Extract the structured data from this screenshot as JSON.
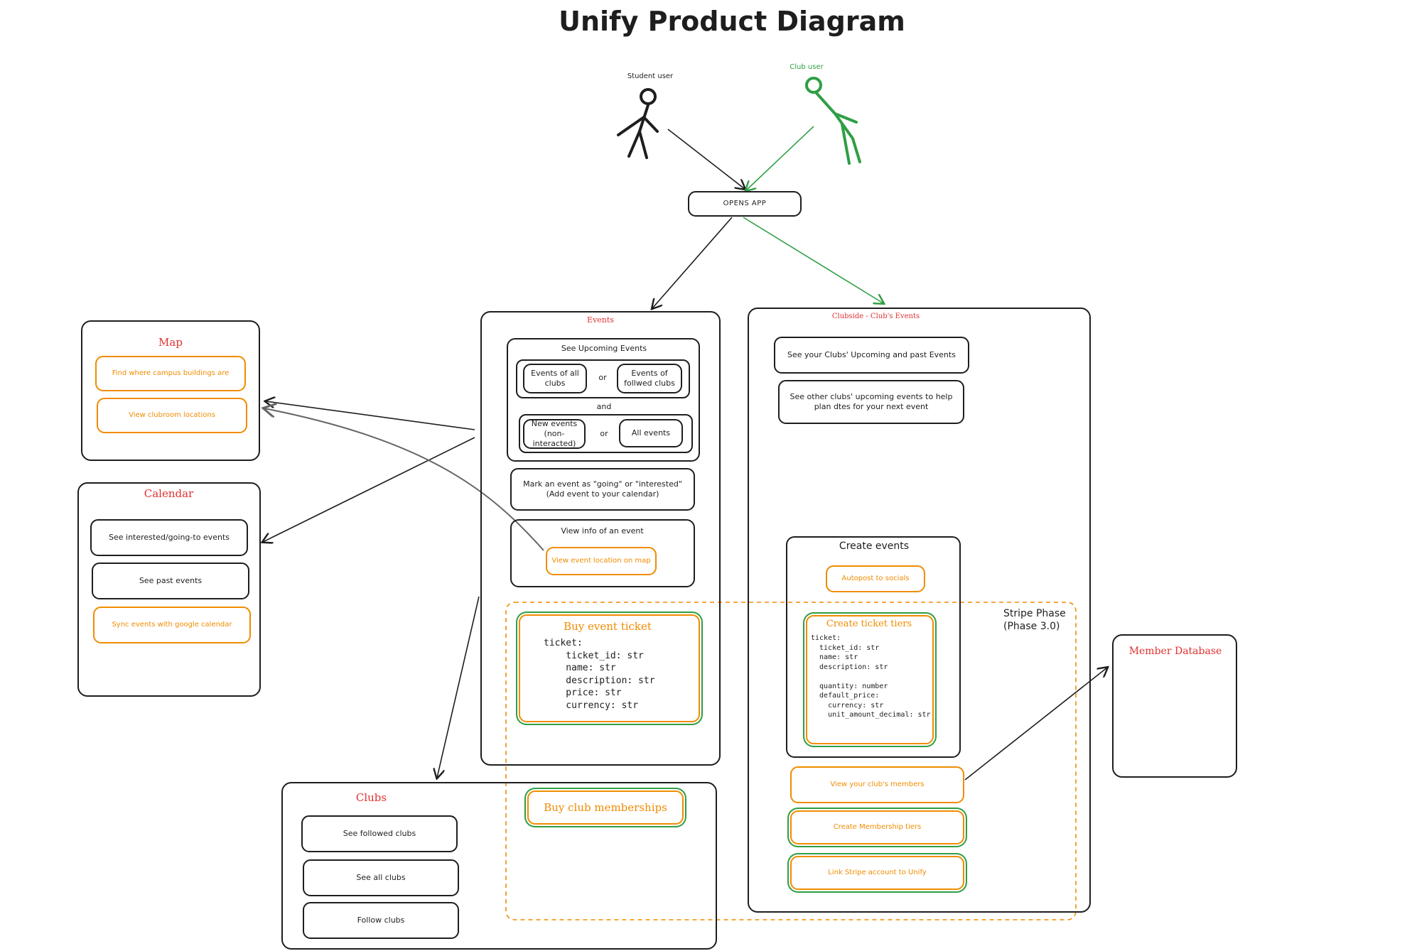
{
  "title": "Unify Product Diagram",
  "actors": {
    "student": "Student user",
    "club": "Club user"
  },
  "opens_app": "OPENS APP",
  "events": {
    "title": "Events",
    "upcoming": {
      "title": "See Upcoming Events",
      "all_clubs": "Events of all clubs",
      "or1": "or",
      "followed": "Events of follwed clubs",
      "and": "and",
      "new_events": "New events (non-interacted)",
      "or2": "or",
      "all_events": "All events"
    },
    "mark": "Mark an event as \"going\" or \"interested\" (Add event to your calendar)",
    "view_info": "View info of an event",
    "view_location": "View event location on map",
    "buy_ticket_title": "Buy event ticket",
    "buy_ticket_code": "ticket:\n    ticket_id: str\n    name: str\n    description: str\n    price: str\n    currency: str"
  },
  "map": {
    "title": "Map",
    "find_buildings": "Find where campus buildings are",
    "clubroom": "View clubroom locations"
  },
  "calendar": {
    "title": "Calendar",
    "interested": "See interested/going-to events",
    "past": "See past events",
    "sync": "Sync events with google calendar"
  },
  "clubs": {
    "title": "Clubs",
    "followed": "See followed clubs",
    "all": "See all clubs",
    "follow": "Follow clubs",
    "buy_memberships": "Buy club memberships"
  },
  "clubside": {
    "title": "Clubside - Club's Events",
    "upcoming_past": "See your Clubs' Upcoming and past Events",
    "other_clubs": "See other clubs' upcoming events to help plan dtes for your next event",
    "create_events": "Create events",
    "autopost": "Autopost to socials",
    "tiers_title": "Create ticket tiers",
    "tiers_code": "ticket:\n  ticket_id: str\n  name: str\n  description: str\n\n  quantity: number\n  default_price:\n    currency: str\n    unit_amount_decimal: str",
    "view_members": "View your club's members",
    "create_membership": "Create Membership tiers",
    "link_stripe": "Link Stripe account to Unify"
  },
  "stripe_phase": "Stripe Phase\n(Phase 3.0)",
  "member_db": "Member Database",
  "colors": {
    "red": "#e03131",
    "orange": "#f08c00",
    "green": "#2f9e44",
    "ink": "#1e1e1e"
  }
}
